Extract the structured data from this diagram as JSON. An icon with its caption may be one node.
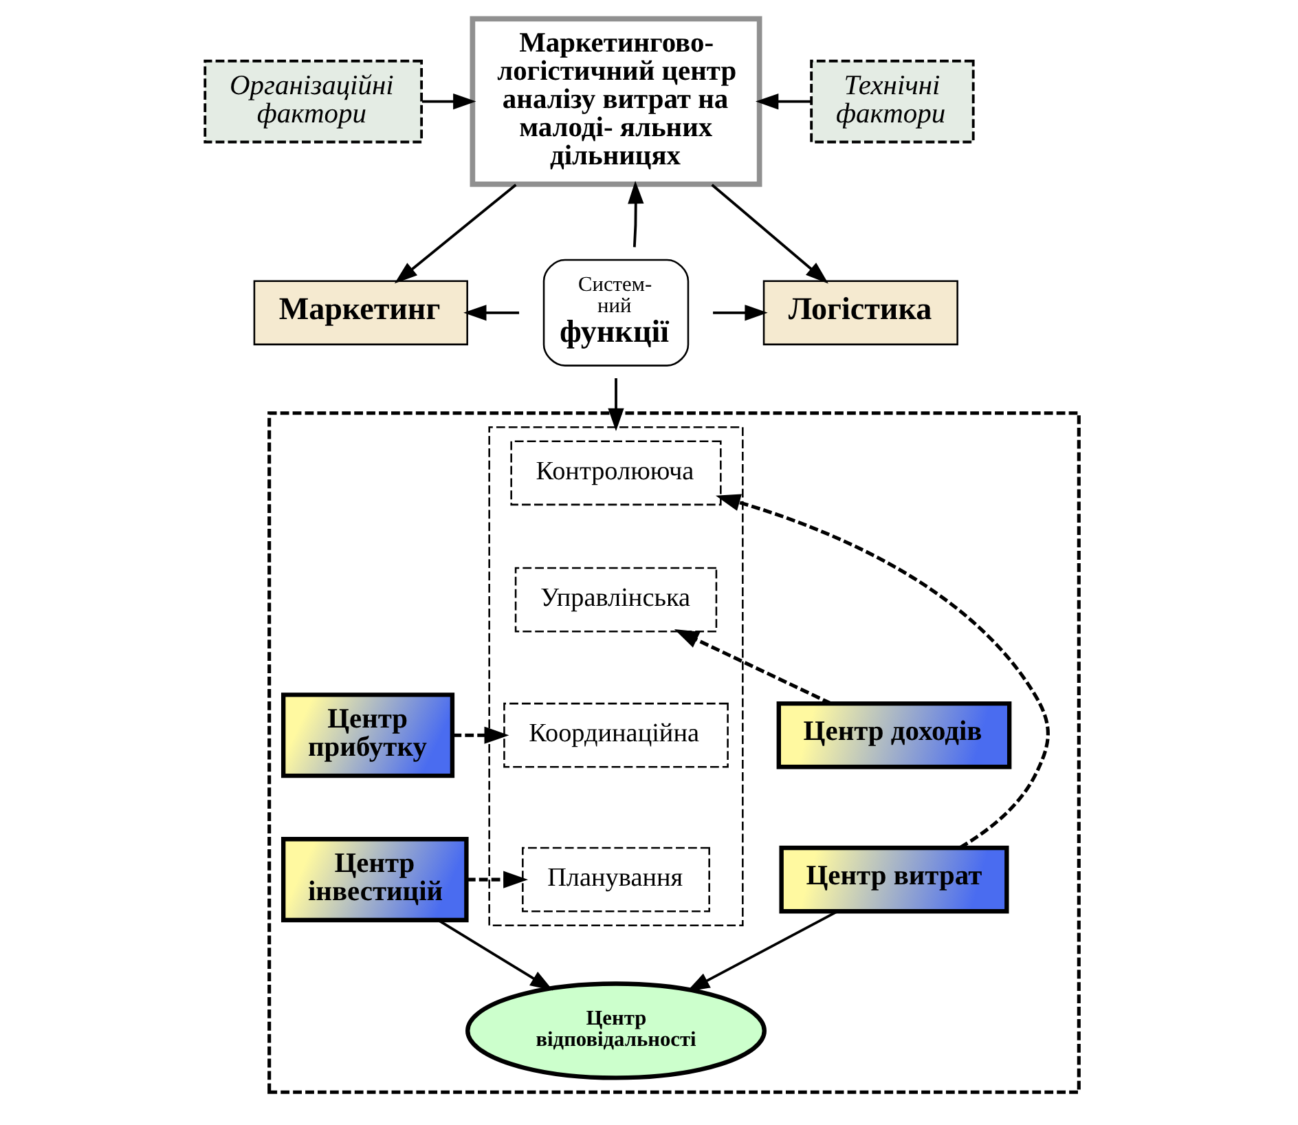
{
  "diagram": {
    "nodes": [
      {
        "text": [
          "Організаційні фактори"
        ]
      },
      {
        "text": [
          "Маркетингово- логістичний центр аналізу витрат на малоді- яльних дільницях"
        ]
      },
      {
        "text": [
          "Технічні фактори"
        ]
      },
      {
        "text": [
          "Систем- ний",
          "функції"
        ]
      },
      {
        "text": [
          "Маркетинг"
        ]
      },
      {
        "text": [
          "Логістика"
        ]
      },
      {
        "text": [],
        "shape": "box"
      },
      {
        "text": [
          "Центр доходів"
        ],
        "in": 6
      },
      {
        "text": [],
        "shape": "box",
        "in": 6
      },
      {
        "text": [
          "Контролююча"
        ],
        "in": 8
      },
      {
        "text": [
          "Управлінська"
        ],
        "in": 8
      },
      {
        "text": [
          "Координаційна"
        ],
        "in": 8
      },
      {
        "text": [
          "Планування"
        ],
        "in": 8
      },
      {
        "text": [
          "Центр прибутку"
        ],
        "in": 6
      },
      {
        "text": [
          "Центр витрат"
        ],
        "in": 6
      },
      {
        "text": [
          "Центр інвестицій"
        ],
        "in": 6
      },
      {
        "text": [
          "Центр відповідальності"
        ],
        "in": 6
      }
    ],
    "edges": [
      {
        "from": 0,
        "to": 1,
        "arrow": "to"
      },
      {
        "from": 2,
        "to": 1,
        "arrow": "to"
      },
      {
        "from": 1,
        "to": 4,
        "arrow": "to"
      },
      {
        "from": 1,
        "to": 5,
        "arrow": "to"
      },
      {
        "from": 3,
        "to": 1,
        "arrow": "to"
      },
      {
        "from": 3,
        "to": 4,
        "arrow": "to"
      },
      {
        "from": 3,
        "to": 5,
        "arrow": "to"
      },
      {
        "from": 3,
        "to": 8,
        "arrow": "to"
      },
      {
        "from": 7,
        "to": 10,
        "arrow": "to",
        "style": "dashed"
      },
      {
        "from": 14,
        "to": 9,
        "arrow": "to",
        "style": "dashed"
      },
      {
        "from": 13,
        "to": 11,
        "arrow": "to",
        "style": "dashed"
      },
      {
        "from": 15,
        "to": 12,
        "arrow": "to",
        "style": "dashed"
      },
      {
        "from": 14,
        "to": 16,
        "arrow": "to"
      },
      {
        "from": 15,
        "to": 16,
        "arrow": "to"
      }
    ]
  }
}
